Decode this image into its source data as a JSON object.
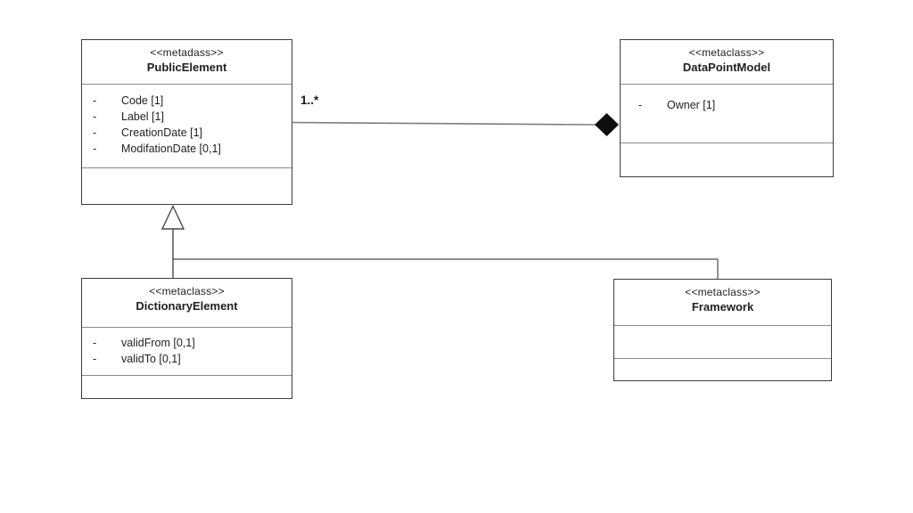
{
  "diagram": {
    "kind": "uml-class-diagram",
    "attribute_marker": "-",
    "classes": {
      "publicElement": {
        "stereotype": "<<metadass>>",
        "name": "PublicElement",
        "attributes": [
          "Code [1]",
          "Label [1]",
          "CreationDate [1]",
          "ModifationDate [0,1]"
        ]
      },
      "dataPointModel": {
        "stereotype": "<<metaclass>>",
        "name": "DataPointModel",
        "attributes": [
          "Owner [1]"
        ]
      },
      "dictionaryElement": {
        "stereotype": "<<metaclass>>",
        "name": "DictionaryElement",
        "attributes": [
          "validFrom [0,1]",
          "validTo [0,1]"
        ]
      },
      "framework": {
        "stereotype": "<<metaclass>>",
        "name": "Framework",
        "attributes": []
      }
    },
    "relationships": {
      "composition": {
        "type": "composition",
        "from": "PublicElement",
        "to": "DataPointModel",
        "multiplicity_label": "1..*"
      },
      "generalization": {
        "type": "generalization",
        "parent": "PublicElement",
        "children": [
          "DictionaryElement",
          "Framework"
        ]
      }
    },
    "colors": {
      "background": "#ffffff",
      "box_border": "#3d3d3d",
      "compartment_divider": "#8a8a8a",
      "association_line": "#7d7d7d",
      "generalization_line": "#4a4a4a",
      "diamond_fill": "#0d0d0d",
      "text": "#1f1f1f"
    }
  }
}
